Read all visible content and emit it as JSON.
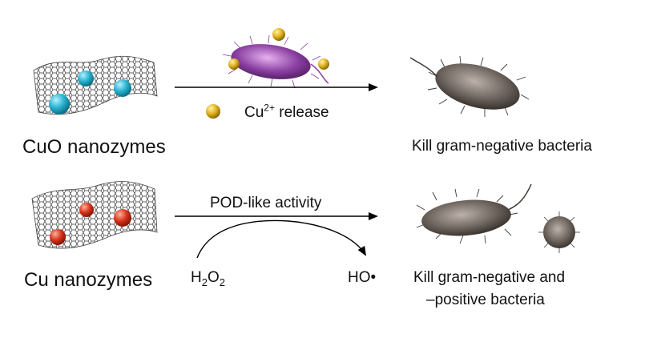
{
  "top_row": {
    "left_label": "CuO nanozymes",
    "release_label": {
      "prefix": "Cu",
      "superscript": "2+",
      "suffix": " release"
    },
    "right_label": "Kill gram-negative bacteria"
  },
  "bottom_row": {
    "left_label": "Cu nanozymes",
    "arrow_label": "POD-like activity",
    "substrate": {
      "base": "H",
      "sub1": "2",
      "mid": "O",
      "sub2": "2"
    },
    "product": "HO•",
    "right_label_line1": "Kill gram-negative and",
    "right_label_line2": "–positive bacteria"
  },
  "colors": {
    "cuo_particle": "#27b3cf",
    "cu_particle": "#d8341c",
    "cu_ion": "#e0b21e",
    "bacterium_stained": "#8a3fa0",
    "bacterium_dead": "#6b625c"
  }
}
